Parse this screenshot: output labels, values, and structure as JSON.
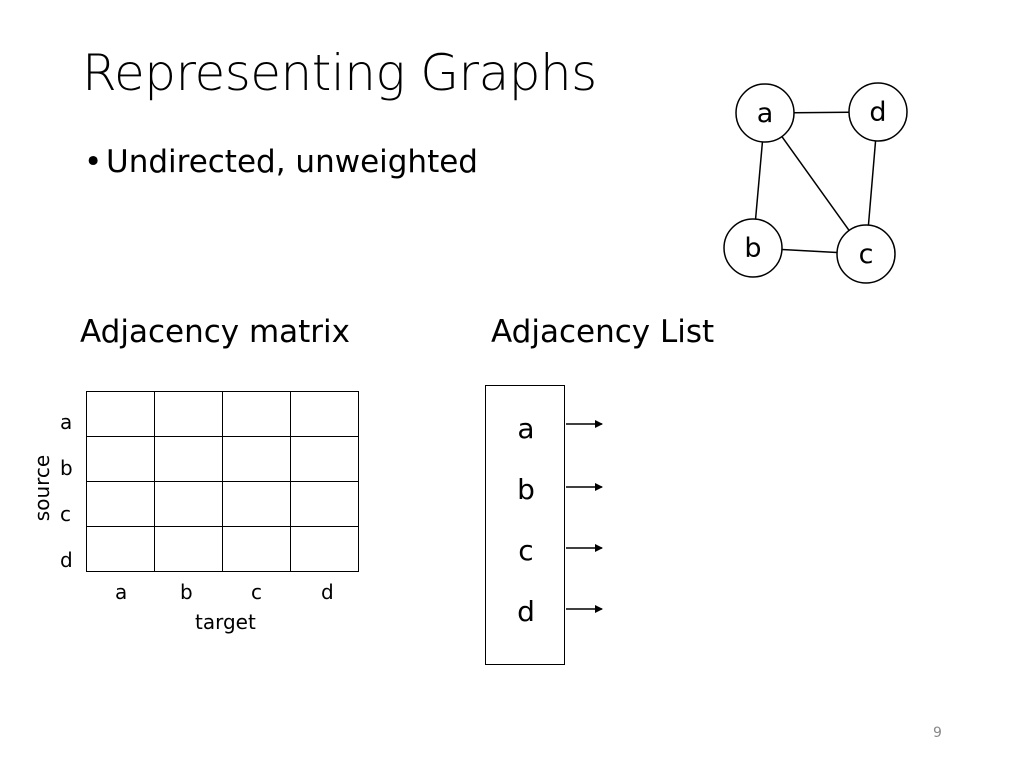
{
  "slide": {
    "title": "Representing Graphs",
    "bullet": "Undirected, unweighted",
    "page_number": "9"
  },
  "graph": {
    "nodes": [
      {
        "id": "a",
        "label": "a"
      },
      {
        "id": "d",
        "label": "d"
      },
      {
        "id": "b",
        "label": "b"
      },
      {
        "id": "c",
        "label": "c"
      }
    ],
    "edges": [
      [
        "a",
        "d"
      ],
      [
        "a",
        "b"
      ],
      [
        "a",
        "c"
      ],
      [
        "d",
        "c"
      ],
      [
        "b",
        "c"
      ]
    ]
  },
  "matrix": {
    "heading": "Adjacency matrix",
    "row_labels": [
      "a",
      "b",
      "c",
      "d"
    ],
    "col_labels": [
      "a",
      "b",
      "c",
      "d"
    ],
    "row_axis_label": "source",
    "col_axis_label": "target"
  },
  "adjacency_list": {
    "heading": "Adjacency List",
    "entries": [
      "a",
      "b",
      "c",
      "d"
    ]
  }
}
